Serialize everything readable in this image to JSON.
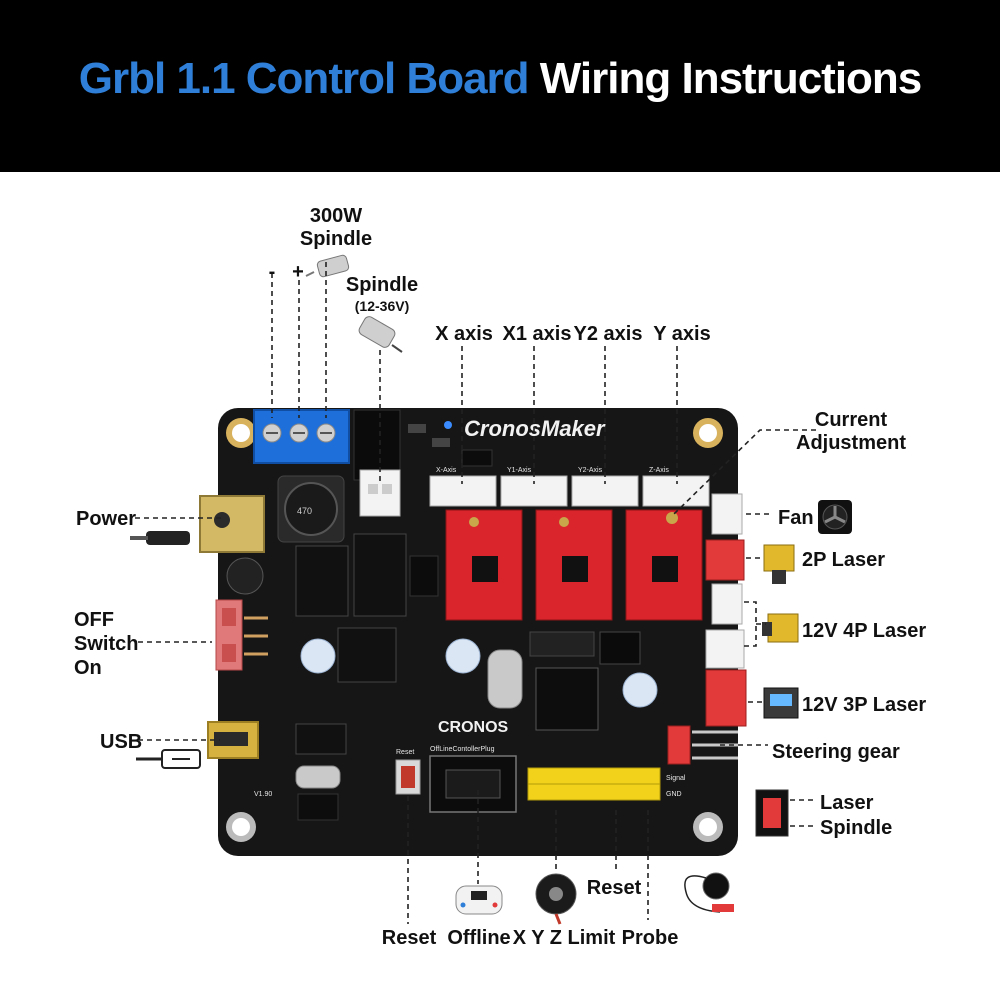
{
  "header": {
    "title_part1": "Grbl 1.1 Control Board",
    "title_part2": "Wiring Instructions"
  },
  "board": {
    "brand": "CronosMaker",
    "brand2": "CRONOS",
    "capacitor": "470",
    "offline_plug": "OffLineContollerPlug",
    "reset_silk": "Reset",
    "version": "V1.90",
    "axis_silk": [
      "X-Axis",
      "Y1-Axis",
      "Y2-Axis",
      "Z-Axis"
    ],
    "signal_silk": "Signal",
    "gnd_silk": "GND"
  },
  "labels": {
    "spindle_300w_line1": "300W",
    "spindle_300w_line2": "Spindle",
    "minus": "-",
    "plus": "+",
    "spindle": "Spindle",
    "spindle_voltage": "(12-36V)",
    "x_axis": "X  axis",
    "x1_axis": "X1 axis",
    "y2_axis": "Y2 axis",
    "y_axis": "Y  axis",
    "current_line1": "Current",
    "current_line2": "Adjustment",
    "power": "Power",
    "off": "OFF",
    "switch": "Switch",
    "on": "On",
    "usb": "USB",
    "fan": "Fan",
    "laser_2p": "2P Laser",
    "laser_12v_4p": "12V 4P Laser",
    "laser_12v_3p": "12V 3P Laser",
    "steering_gear": "Steering gear",
    "laser": "Laser",
    "spindle_sw": "Spindle",
    "reset_right": "Reset",
    "reset_bottom": "Reset",
    "offline": "Offline",
    "xyz_limit": "X Y Z Limit",
    "probe": "Probe"
  },
  "colors": {
    "banner_bg": "#000000",
    "title_blue": "#2f7fd8",
    "title_white": "#ffffff",
    "board": "#161616",
    "terminal_blue": "#1e6fd9",
    "driver_red": "#d9252b",
    "header_yellow": "#f2d21b"
  }
}
